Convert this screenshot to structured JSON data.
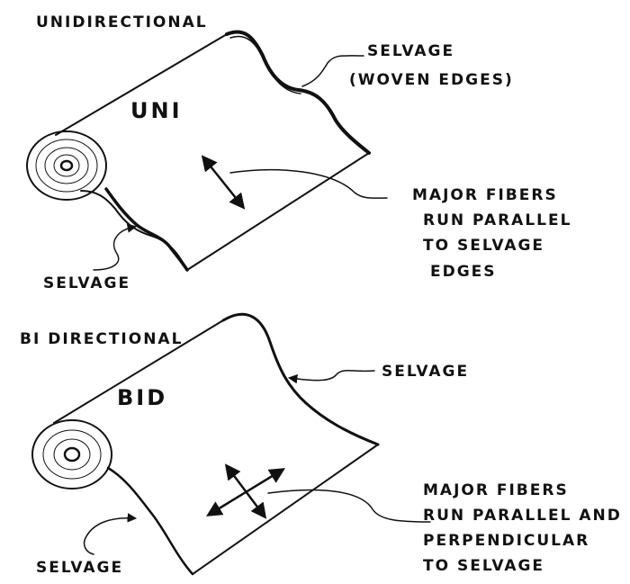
{
  "diagram": {
    "unidirectional": {
      "title": "UNIDIRECTIONAL",
      "roll_label": "UNI",
      "selvage_top_label": [
        "SELVAGE",
        "(WOVEN EDGES)"
      ],
      "selvage_bottom_label": "SELVAGE",
      "fiber_note": [
        "MAJOR FIBERS",
        "RUN PARALLEL",
        "TO SELVAGE",
        "EDGES"
      ],
      "fiber_directions": 1
    },
    "bidirectional": {
      "title": "BI DIRECTIONAL",
      "roll_label": "BID",
      "selvage_top_label": "SELVAGE",
      "selvage_bottom_label": "SELVAGE",
      "fiber_note": [
        "MAJOR FIBERS",
        "RUN PARALLEL AND",
        "PERPENDICULAR",
        "TO SELVAGE"
      ],
      "fiber_directions": 2
    },
    "colors": {
      "ink": "#111111",
      "paper": "#ffffff"
    }
  }
}
